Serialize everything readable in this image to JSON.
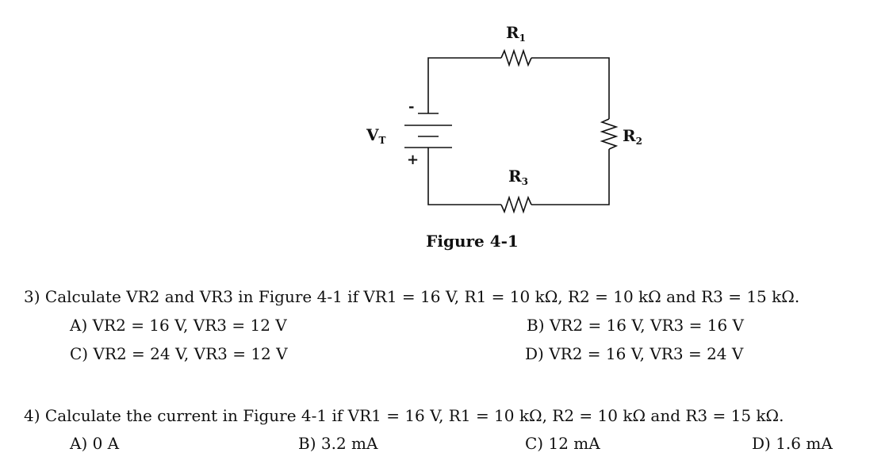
{
  "figure": {
    "labels": {
      "r1": "R",
      "r1_sub": "1",
      "r2": "R",
      "r2_sub": "2",
      "r3": "R",
      "r3_sub": "3",
      "vt": "V",
      "vt_sub": "T",
      "minus": "-",
      "plus": "+"
    },
    "caption": "Figure 4-1"
  },
  "question3": {
    "prompt": "3) Calculate VR2 and VR3 in Figure 4-1 if VR1 = 16 V, R1 = 10 kΩ, R2 = 10 kΩ and R3 = 15 kΩ.",
    "options": {
      "a": "A) VR2 = 16 V, VR3 = 12 V",
      "b": "B) VR2 = 16 V, VR3 = 16 V",
      "c": "C) VR2 = 24 V, VR3 = 12 V",
      "d": "D) VR2 = 16 V, VR3 = 24 V"
    }
  },
  "question4": {
    "prompt": "4) Calculate the current in Figure 4-1 if VR1 = 16 V, R1 = 10 kΩ, R2 = 10 kΩ and R3 = 15 kΩ.",
    "options": {
      "a": "A) 0 A",
      "b": "B) 3.2 mA",
      "c": "C) 12 mA",
      "d": "D) 1.6 mA"
    }
  }
}
